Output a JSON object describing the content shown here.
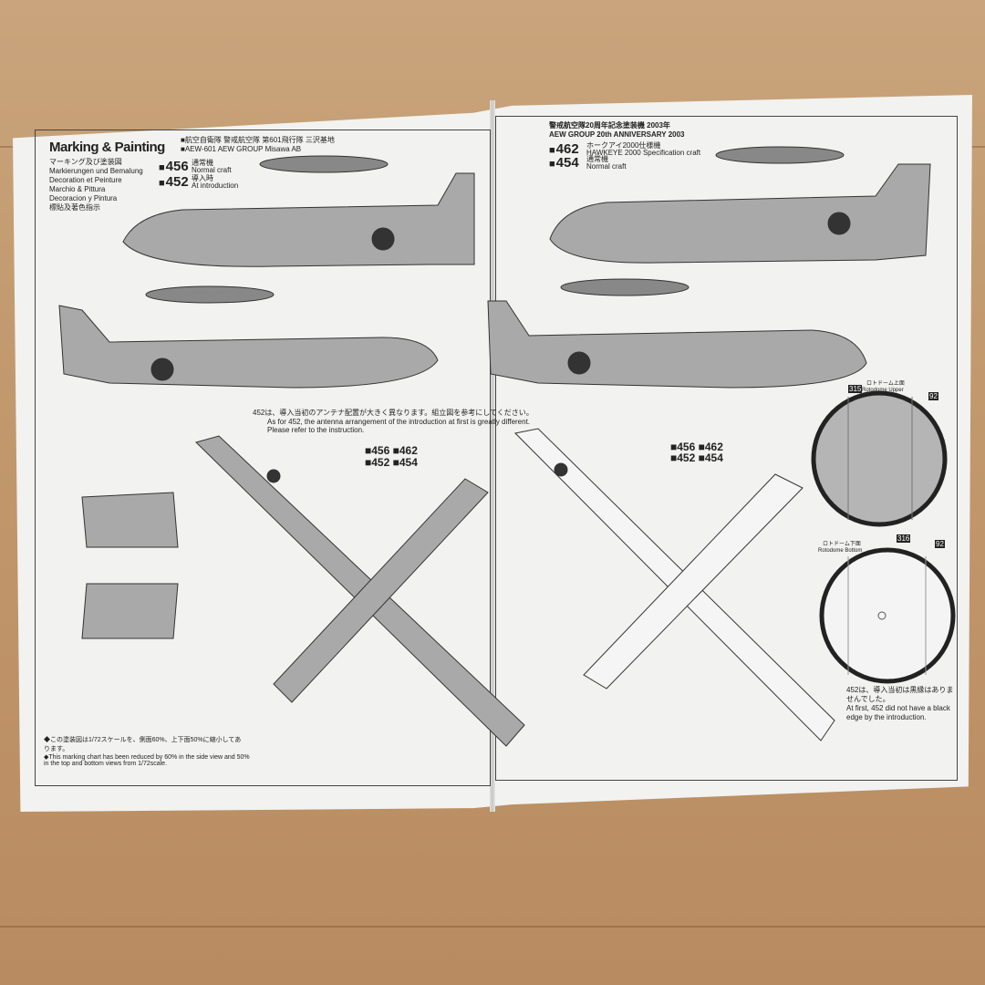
{
  "left_page": {
    "title": "Marking & Painting",
    "subtitles": [
      "マーキング及び塗装図",
      "Markierungen und Bemalung",
      "Decoration et Peinture",
      "Marchio & Pittura",
      "Decoracion y Pintura",
      "標貼及著色指示"
    ],
    "unit_jp": "■航空自衛隊 警戒航空隊 第601飛行隊 三沢基地",
    "unit_en": "■AEW-601 AEW GROUP Misawa AB",
    "variants": [
      {
        "code": "456",
        "jp": "通常機",
        "en": "Normal craft"
      },
      {
        "code": "452",
        "jp": "導入時",
        "en": "At introduction"
      }
    ],
    "antenna_note_jp": "452は、導入当初のアンテナ配置が大きく異なります。組立図を参考にしてください。",
    "antenna_note_en1": "As for 452, the antenna arrangement of the introduction at first is greatly different.",
    "antenna_note_en2": "Please refer to the instruction.",
    "top_view_codes": [
      "■456 ■462",
      "■452 ■454"
    ],
    "scale_note_jp": "◆この塗装図は1/72スケールを、側面60%、上下面50%に縮小してあります。",
    "scale_note_en": "◆This marking chart has been reduced by 60% in the side view and 50% in the top and bottom views from 1/72scale."
  },
  "right_page": {
    "unit_jp": "警戒航空隊20周年記念塗装機 2003年",
    "unit_en": "AEW GROUP 20th ANNIVERSARY 2003",
    "variants": [
      {
        "code": "462",
        "jp": "ホークアイ2000仕様機",
        "en": "HAWKEYE 2000 Specification craft"
      },
      {
        "code": "454",
        "jp": "通常機",
        "en": "Normal craft"
      }
    ],
    "top_view_codes": [
      "■456 ■462",
      "■452 ■454"
    ],
    "rotodome_upper_jp": "ロトドーム上面",
    "rotodome_upper_en": "Rotodome Upper",
    "rotodome_bottom_jp": "ロトドーム下面",
    "rotodome_bottom_en": "Rotodome Bottom",
    "rotodome_upper_parts": [
      "315",
      "92"
    ],
    "rotodome_bottom_parts": [
      "316",
      "92"
    ],
    "edge_note_jp": "452は、導入当初は黒縁はありませんでした。",
    "edge_note_en": "At first, 452 did not have a black edge by the introduction."
  },
  "colors": {
    "wood": "#c39b70",
    "paper": "#f2f2f0",
    "aircraft_gray": "#a9a9a9",
    "ink": "#222222"
  }
}
